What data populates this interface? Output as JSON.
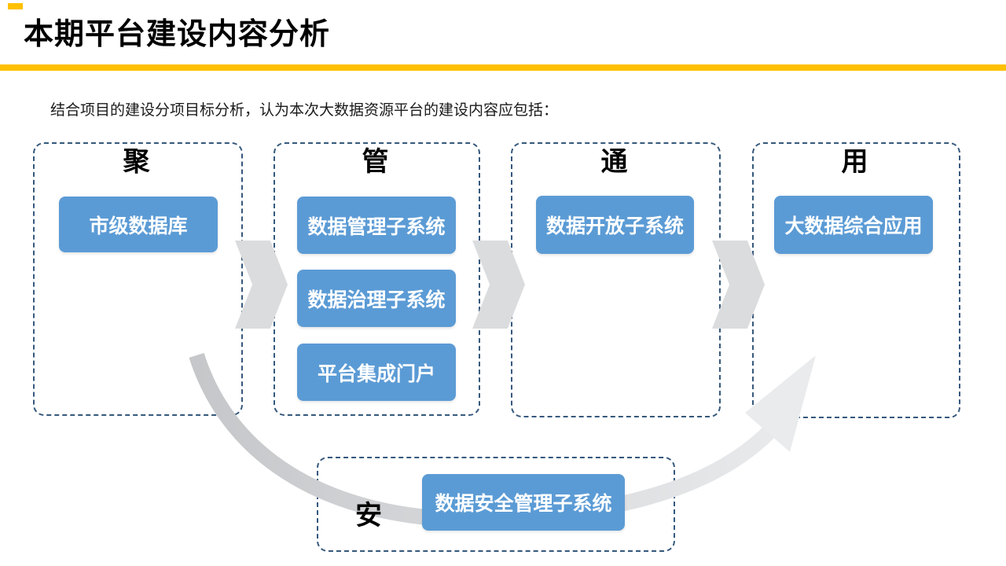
{
  "slide": {
    "title": "本期平台建设内容分析",
    "intro": "结合项目的建设分项目标分析，认为本次大数据资源平台的建设内容应包括：",
    "colors": {
      "accent": "#FFC000",
      "node_blue": "#5B9BD5",
      "box_border": "#35587C",
      "chevron_gray": "#DBDCDD",
      "swoosh_gray_start": "#C5C7CA",
      "swoosh_gray_end": "#EAECEE"
    }
  },
  "groups": [
    {
      "label": "聚",
      "items": [
        "市级数据库"
      ]
    },
    {
      "label": "管",
      "items": [
        "数据管理子系统",
        "数据治理子系统",
        "平台集成门户"
      ]
    },
    {
      "label": "通",
      "items": [
        "数据开放子系统"
      ]
    },
    {
      "label": "用",
      "items": [
        "大数据综合应用"
      ]
    },
    {
      "label": "安",
      "items": [
        "数据安全管理子系统"
      ]
    }
  ],
  "icons": {
    "flow_arrows": "chevron-right-arrow",
    "feedback_arrow": "curved-swoosh-arrow"
  }
}
